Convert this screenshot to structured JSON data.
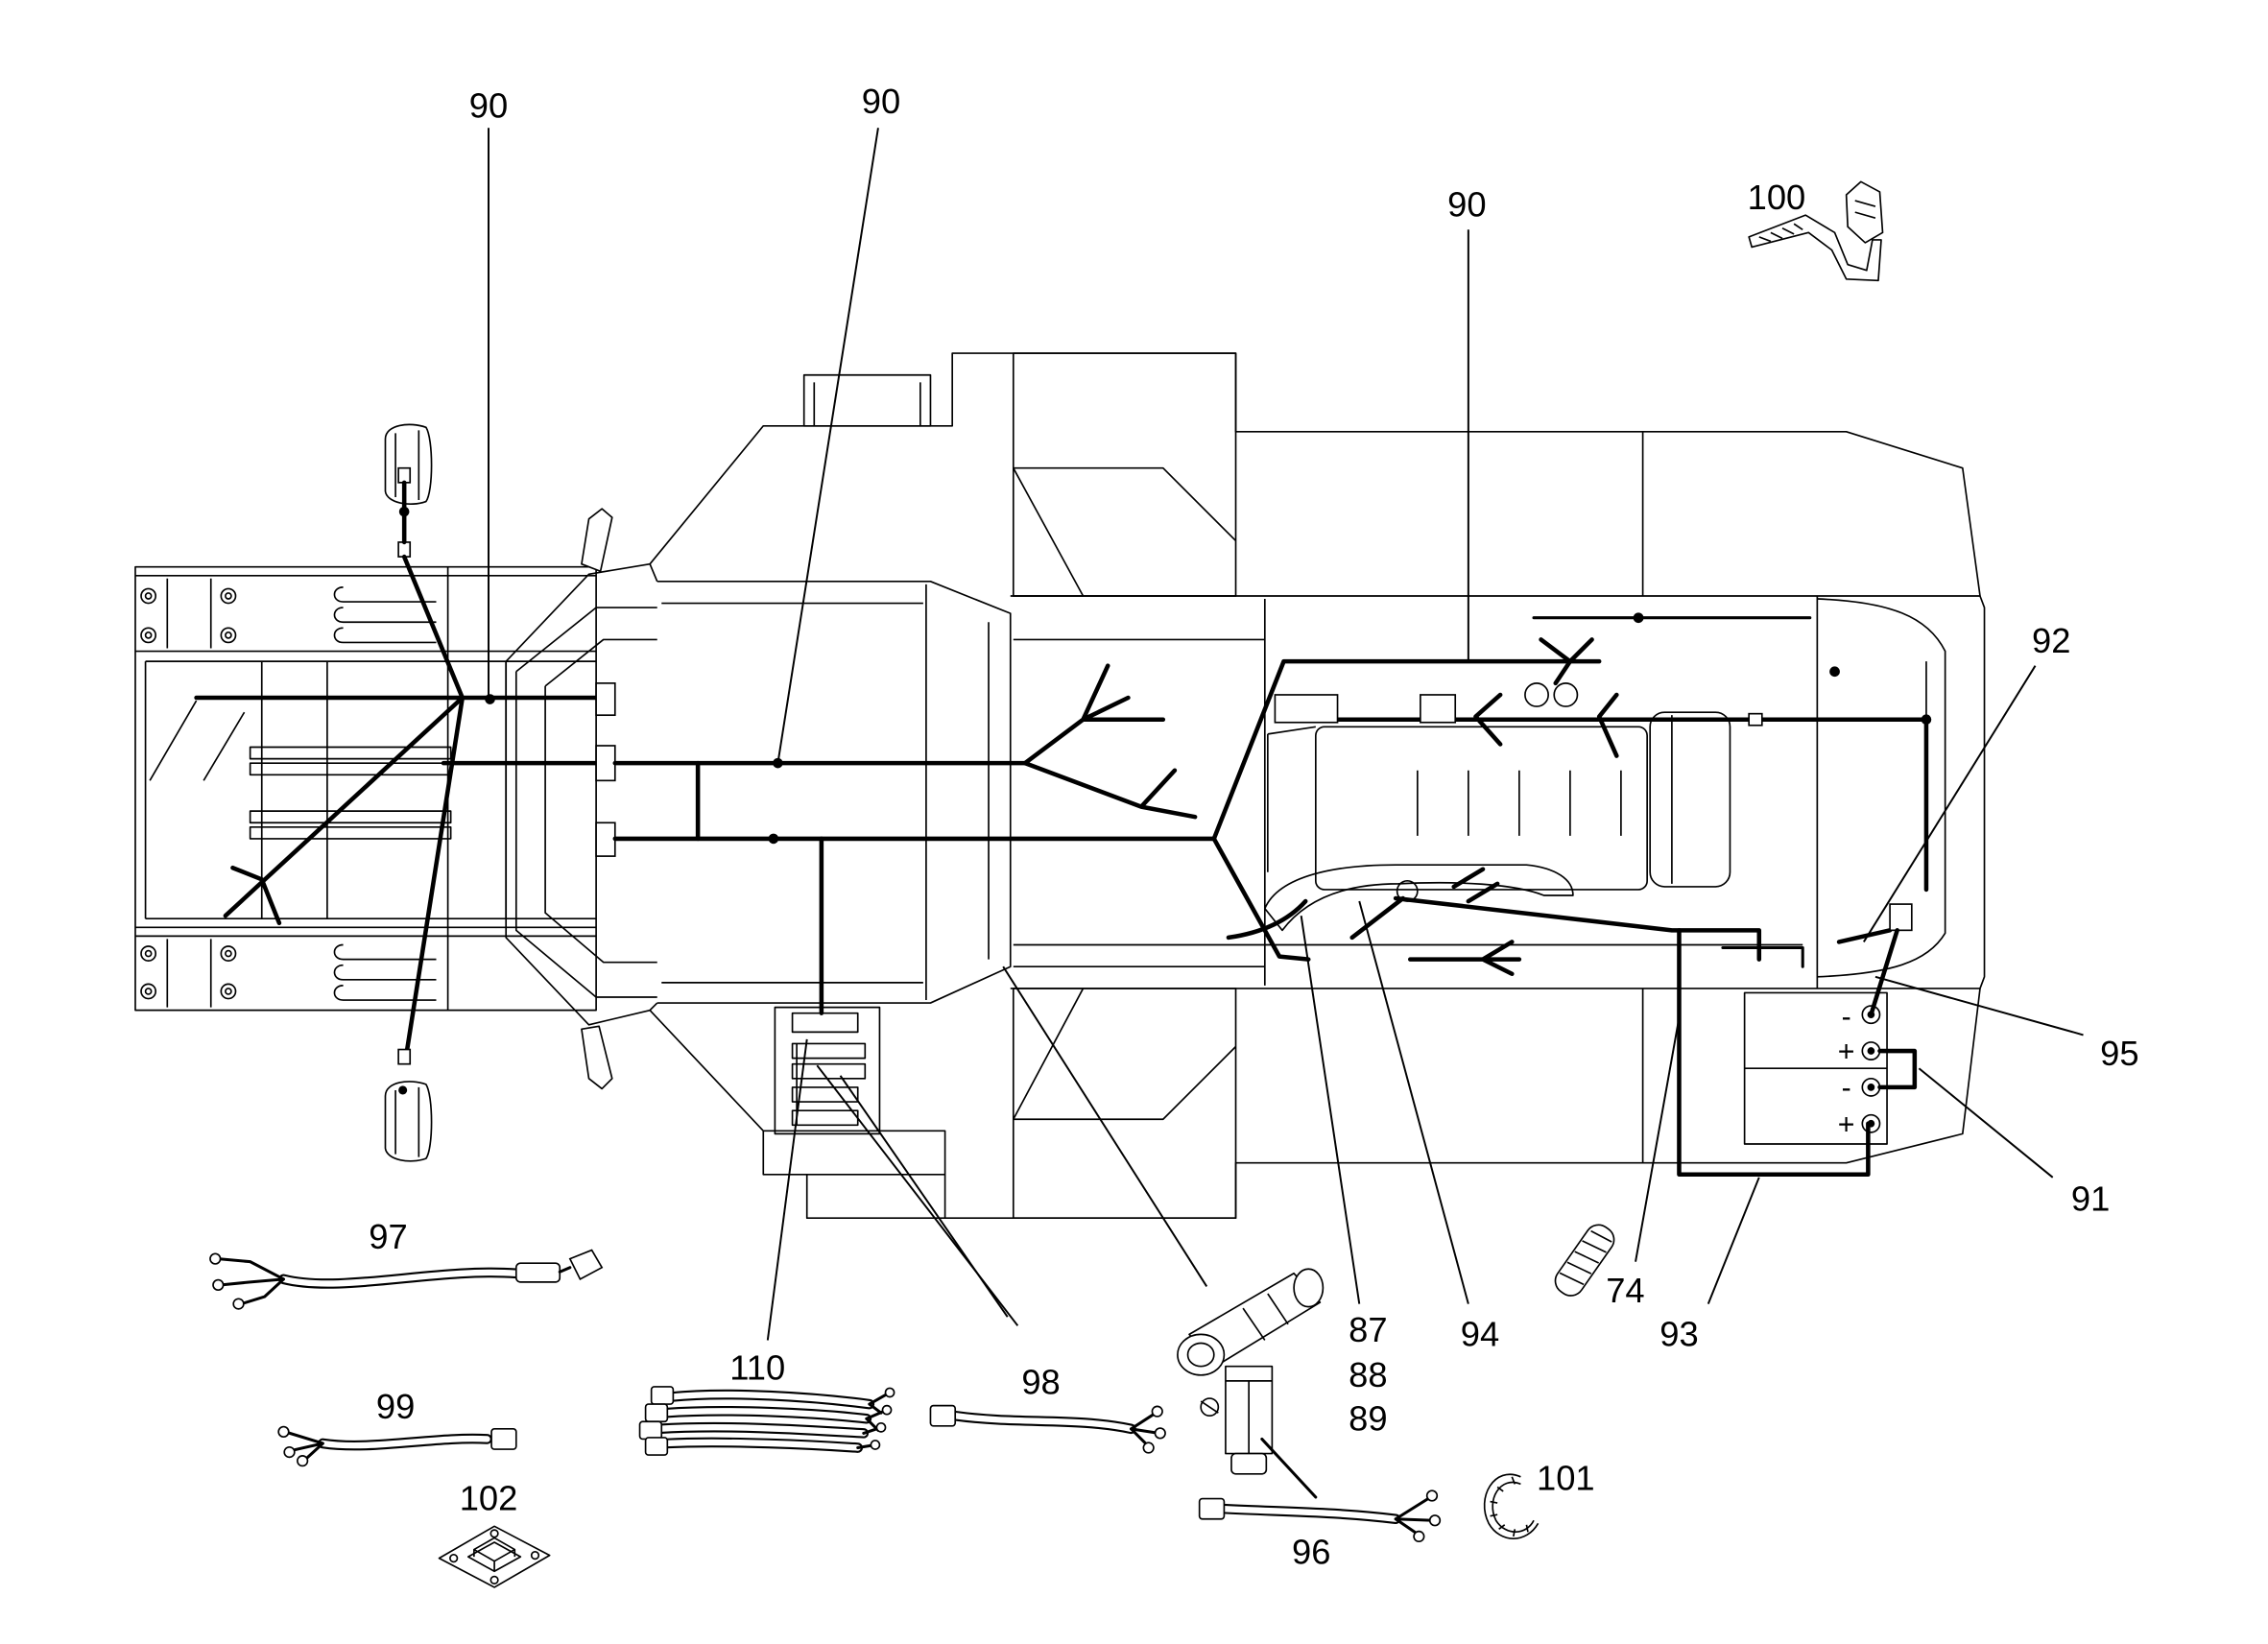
{
  "callouts": {
    "c90_front": "90",
    "c90_center": "90",
    "c90_rear": "90",
    "c100": "100",
    "c92": "92",
    "c95": "95",
    "c91": "91",
    "c93": "93",
    "c74": "74",
    "c94": "94",
    "c87": "87",
    "c88": "88",
    "c89": "89",
    "c97": "97",
    "c110": "110",
    "c98": "98",
    "c99": "99",
    "c102": "102",
    "c96": "96",
    "c101": "101"
  },
  "battery_terminals": [
    "-",
    "+",
    "-",
    "+"
  ]
}
